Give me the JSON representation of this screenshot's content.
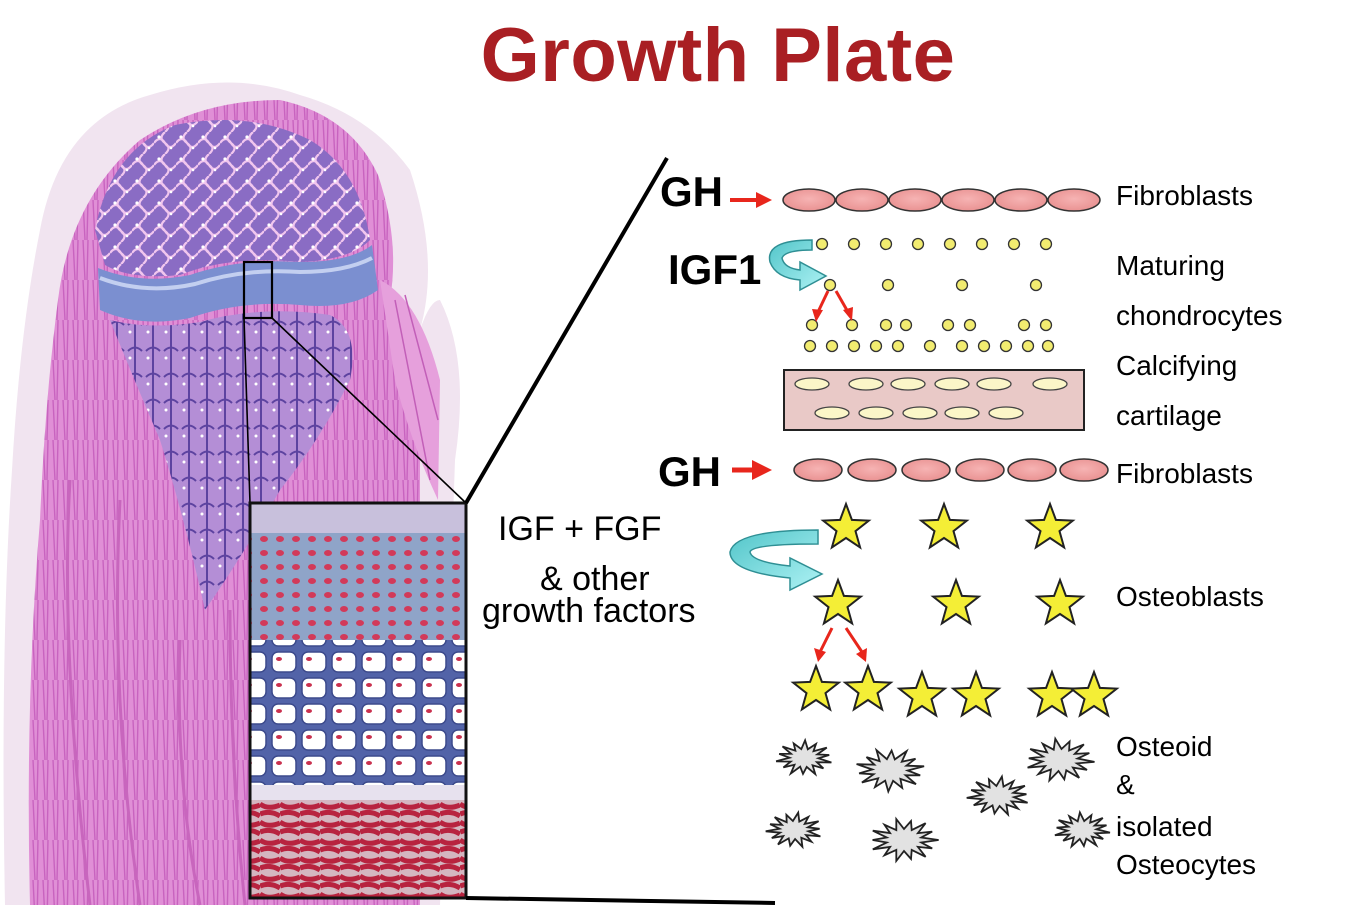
{
  "title": "Growth Plate",
  "colors": {
    "title": "#a91f23",
    "fibroblast": "#f0a0a0",
    "chondrocyte": "#f2ec70",
    "cartilage_bg": "#e9c9c7",
    "cartilage_cell": "#fbf6c8",
    "star": "#f4ee36",
    "arrow_red": "#e8261c",
    "curved_arrow": "#6fd3d8",
    "osteocyte": "#e2e2e2",
    "tissue_pink": "#d986cf",
    "tissue_purple": "#6a4ea8"
  },
  "labels": {
    "gh_top": "GH",
    "igf1": "IGF1",
    "gh_mid": "GH",
    "growth_factors_line1": "IGF + FGF",
    "growth_factors_line2": "& other",
    "growth_factors_line3": "growth factors",
    "fibroblasts_top": "Fibroblasts",
    "maturing": "Maturing",
    "chondrocytes": "chondrocytes",
    "calcifying": "Calcifying",
    "cartilage": "cartilage",
    "fibroblasts_mid": "Fibroblasts",
    "osteoblasts": "Osteoblasts",
    "osteoid": "Osteoid",
    "ampersand": "&",
    "isolated": "isolated",
    "osteocytes": "Osteocytes"
  },
  "icons": {
    "histology": "bone-histology-image",
    "inset": "growth-plate-magnified-image",
    "star": "osteoblast-star-icon",
    "burst": "osteocyte-burst-icon"
  }
}
